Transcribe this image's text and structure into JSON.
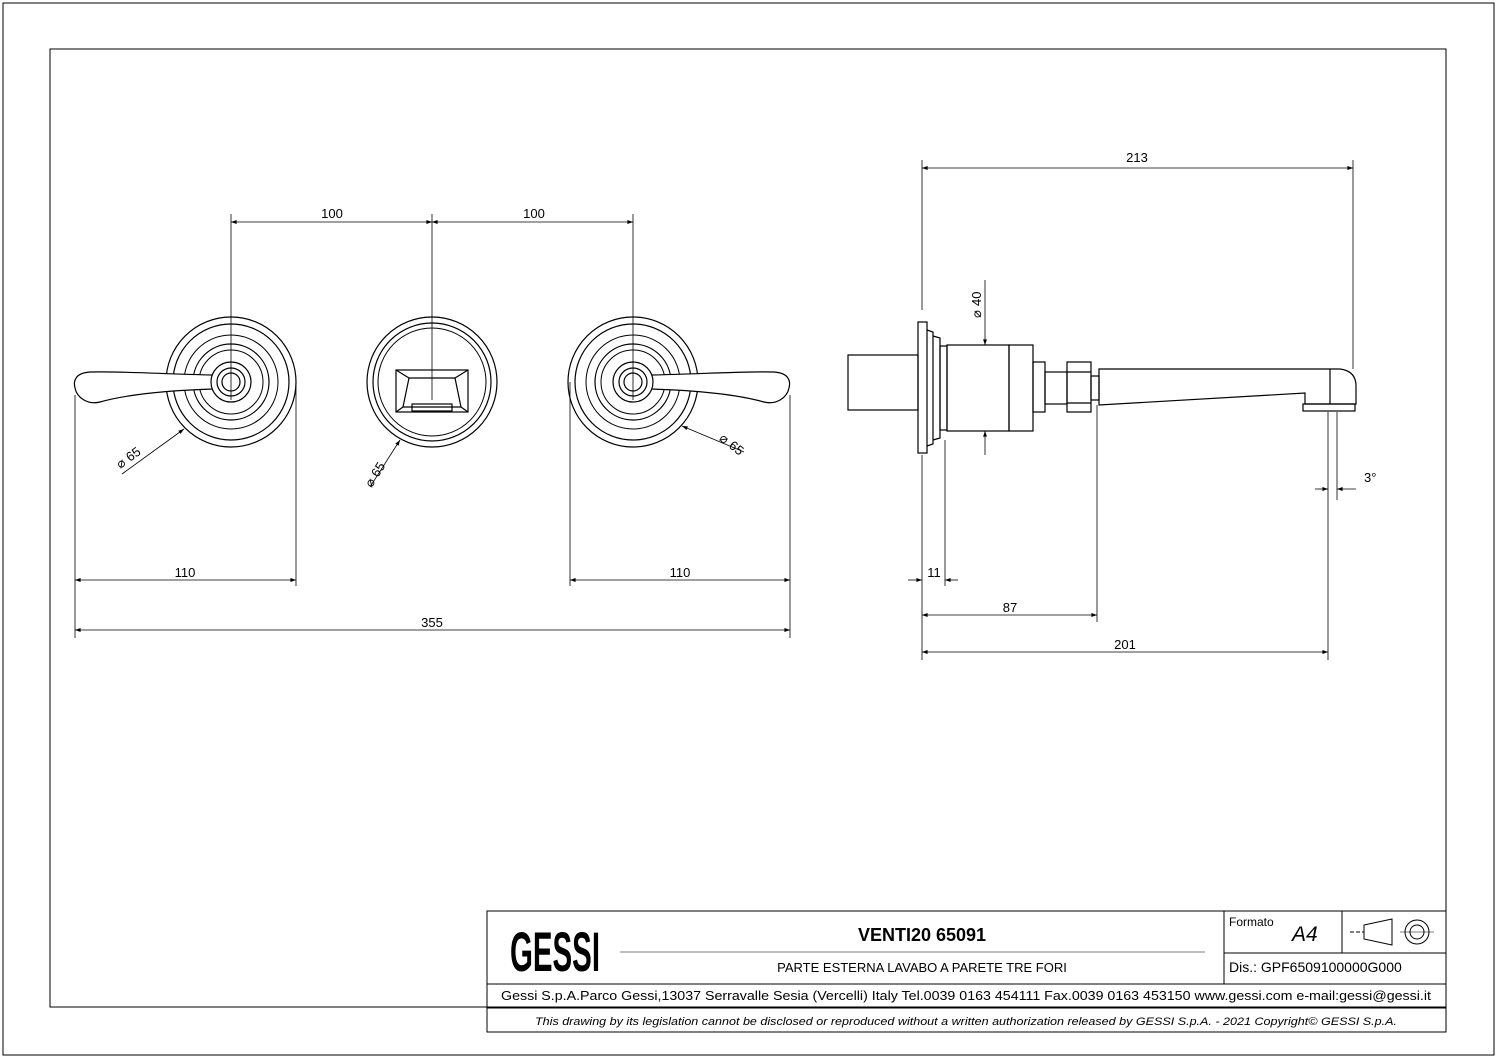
{
  "dimensions": {
    "front_spacing_left": "100",
    "front_spacing_right": "100",
    "lever_left_reach": "110",
    "lever_right_reach": "110",
    "overall_width": "355",
    "dia_left": "65",
    "dia_center": "65",
    "dia_right": "65",
    "side_spout_length": "213",
    "side_pipe_dia": "40",
    "side_plate_thickness": "11",
    "side_body_depth": "87",
    "side_projection": "201",
    "spout_angle": "3°",
    "dia_symbol": "⌀"
  },
  "title_block": {
    "logo_text": "GESSI",
    "product_name": "VENTI20 65091",
    "description": "PARTE ESTERNA LAVABO A PARETE TRE FORI",
    "format_label": "Formato",
    "format_value": "A4",
    "drawing_number": "Dis.: GPF6509100000G000",
    "company_info": "Gessi S.p.A.Parco Gessi,13037 Serravalle Sesia (Vercelli) Italy Tel.0039 0163 454111 Fax.0039 0163 453150 www.gessi.com e-mail:gessi@gessi.it",
    "copyright": "This drawing by its legislation cannot be disclosed or reproduced without a written authorization released by GESSI S.p.A. - 2021 Copyright© GESSI S.p.A."
  }
}
